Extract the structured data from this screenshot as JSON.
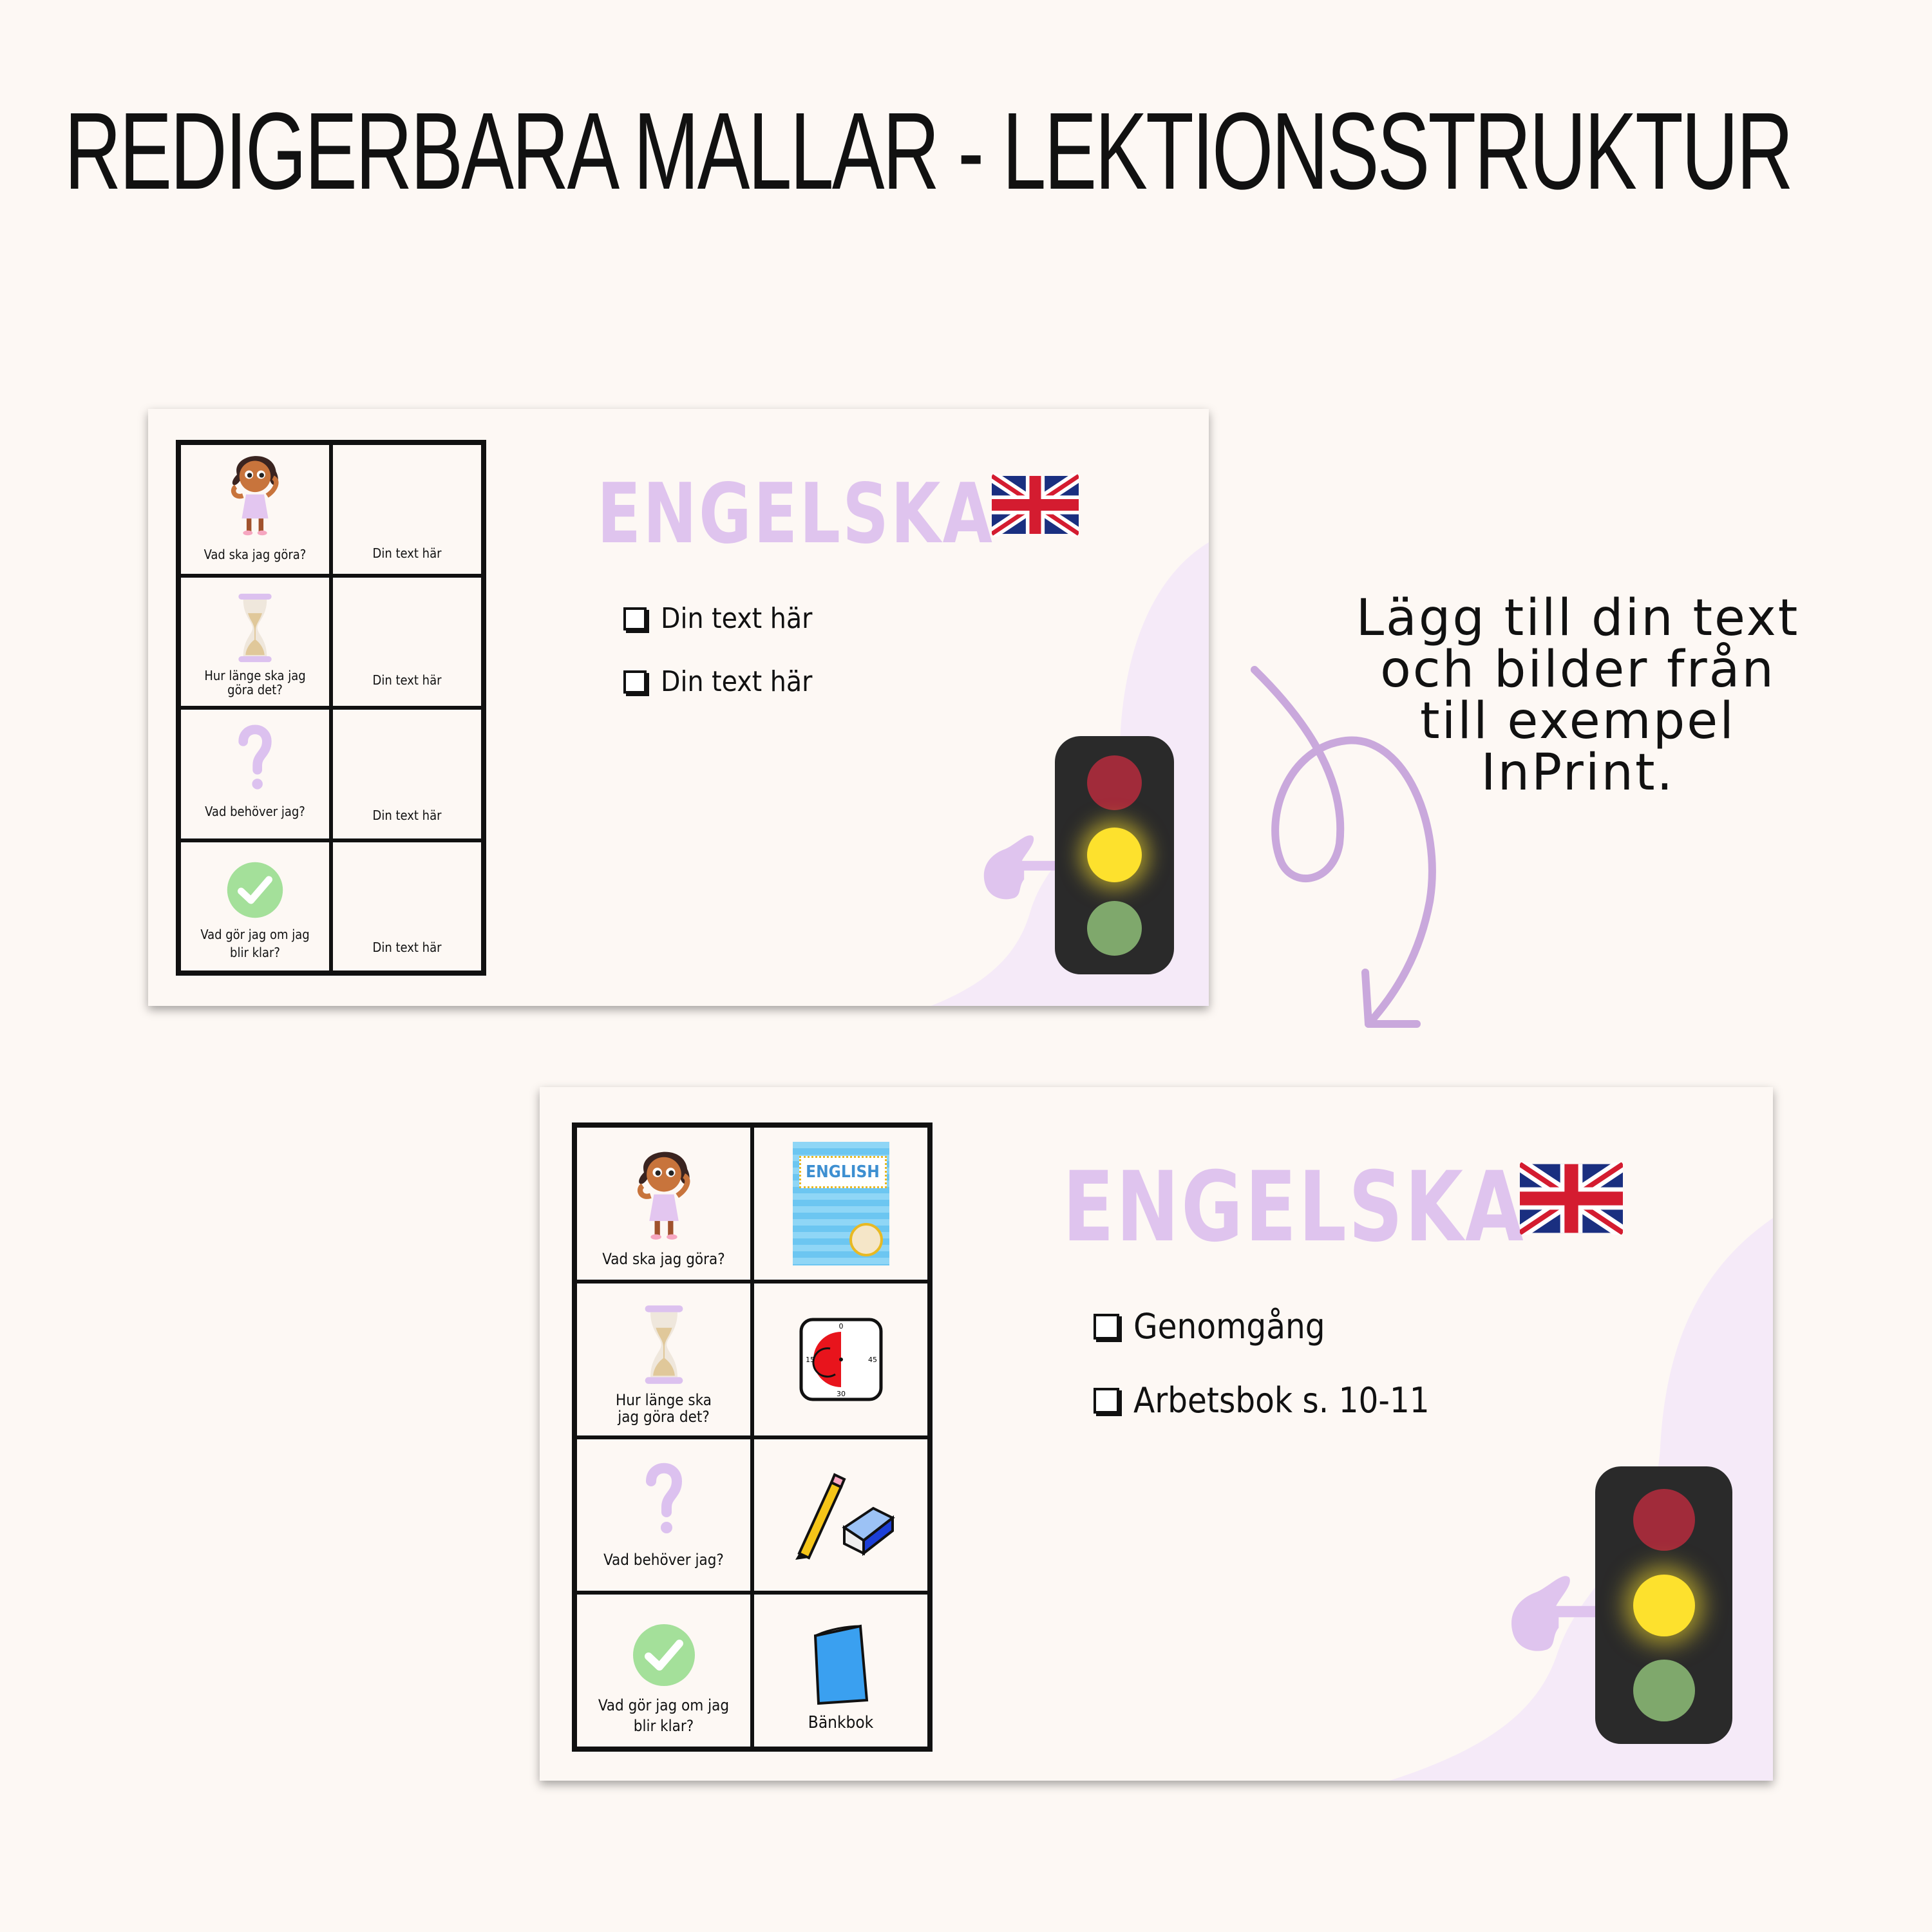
{
  "title": "REDIGERBARA MALLAR - LEKTIONSSTRUKTUR",
  "annotation": {
    "lines": [
      "Lägg till din text",
      "och bilder från",
      "till exempel",
      "InPrint."
    ]
  },
  "colors": {
    "background": "#fdf8f4",
    "subject": "#dfc4ee",
    "blob": "#f5eaf8",
    "red": "#a12b3a",
    "yellow": "#fde12d",
    "green": "#7fa86c",
    "arrow": "#c9a8dc"
  },
  "template_slide": {
    "subject": "ENGELSKA",
    "rows": [
      {
        "label": "Vad ska jag göra?",
        "icon": "girl-thinking-icon",
        "value": "Din text här"
      },
      {
        "label": "Hur länge ska jag göra det?",
        "icon": "hourglass-icon",
        "value": "Din text här"
      },
      {
        "label": "Vad behöver jag?",
        "icon": "question-mark-icon",
        "value": "Din text här"
      },
      {
        "label": "Vad gör jag om jag blir klar?",
        "icon": "checkmark-icon",
        "value": "Din text här"
      }
    ],
    "checklist": [
      "Din text här",
      "Din text här"
    ],
    "traffic_light_active": "yellow"
  },
  "example_slide": {
    "subject": "ENGELSKA",
    "rows": [
      {
        "label": "Vad ska jag göra?",
        "icon": "girl-thinking-icon",
        "value_icon": "book-cover-icon",
        "cover_text": "ENGLISH"
      },
      {
        "label": "Hur länge ska jag göra det?",
        "icon": "hourglass-icon",
        "value_icon": "timer-icon",
        "timer_labels": [
          "0",
          "15",
          "30",
          "45"
        ]
      },
      {
        "label": "Vad behöver jag?",
        "icon": "question-mark-icon",
        "value_icon": "pencil-eraser-icon"
      },
      {
        "label": "Vad gör jag om jag blir klar?",
        "icon": "checkmark-icon",
        "value_icon": "blue-book-icon",
        "value": "Bänkbok"
      }
    ],
    "checklist": [
      "Genomgång",
      "Arbetsbok s. 10-11"
    ],
    "traffic_light_active": "yellow"
  }
}
